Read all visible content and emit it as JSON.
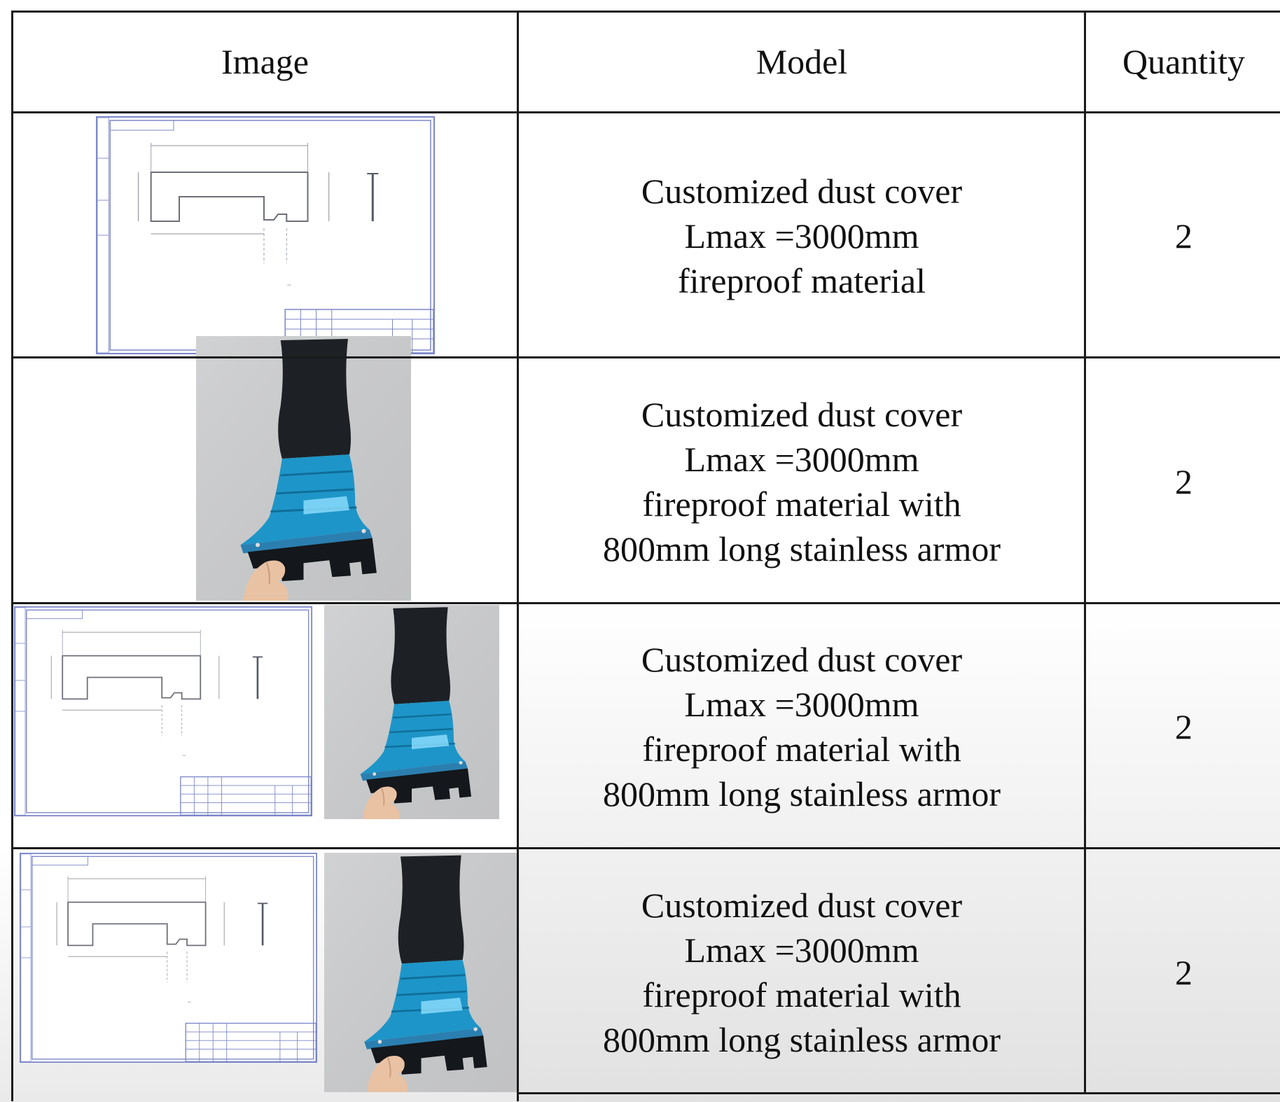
{
  "table": {
    "headers": {
      "image": "Image",
      "model": "Model",
      "quantity": "Quantity"
    },
    "rows": [
      {
        "images": [
          "technical-drawing"
        ],
        "model_lines": [
          "Customized dust cover",
          "Lmax =3000mm",
          "fireproof material"
        ],
        "quantity": "2"
      },
      {
        "images": [
          "product-photo"
        ],
        "model_lines": [
          "Customized dust cover",
          "Lmax =3000mm",
          "fireproof material with",
          "800mm long stainless armor"
        ],
        "quantity": "2"
      },
      {
        "images": [
          "technical-drawing",
          "product-photo"
        ],
        "model_lines": [
          "Customized dust cover",
          "Lmax =3000mm",
          "fireproof material with",
          "800mm long stainless armor"
        ],
        "quantity": "2"
      },
      {
        "images": [
          "technical-drawing",
          "product-photo"
        ],
        "model_lines": [
          "Customized dust cover",
          "Lmax =3000mm",
          "fireproof material with",
          "800mm long stainless armor"
        ],
        "quantity": "2"
      }
    ]
  },
  "colors": {
    "border": "#1a1a1a",
    "drawing_frame": "#7b86c9",
    "cover_black": "#1d2126",
    "cover_blue": "#1e95c8",
    "photo_wall": "#c9cacb"
  }
}
